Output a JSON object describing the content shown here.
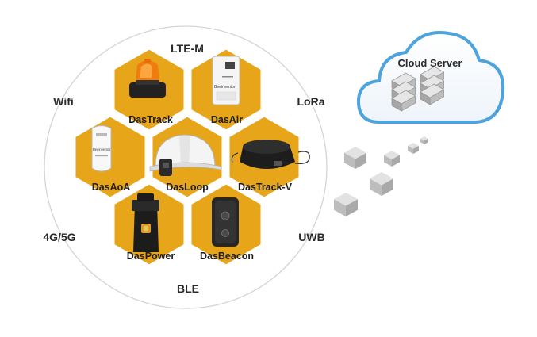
{
  "protocols": {
    "lte_m": "LTE-M",
    "wifi": "Wifi",
    "lora": "LoRa",
    "g45": "4G/5G",
    "uwb": "UWB",
    "ble": "BLE"
  },
  "devices": {
    "dastrack": "DasTrack",
    "dasair": "DasAir",
    "dasaoa": "DasAoA",
    "dasloop": "DasLoop",
    "dastrack_v": "DasTrack-V",
    "daspower": "DasPower",
    "dasbeacon": "DasBeacon"
  },
  "device_brand_marks": {
    "dasair": "Beeinventor",
    "dasaoa": "Beeinventor"
  },
  "cloud": {
    "title": "Cloud Server"
  },
  "colors": {
    "hex_fill": "#E7A51A",
    "circle_stroke": "#d5d5d5",
    "cloud_stroke": "#4da3dc",
    "cube_fill": "#c9c9c9"
  }
}
